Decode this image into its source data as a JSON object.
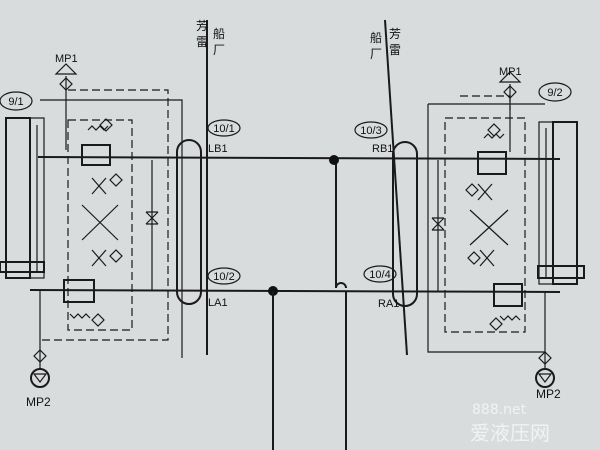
{
  "labels": {
    "left_ship_name": "芳雷",
    "left_yard": "船厂",
    "right_yard": "船厂",
    "right_ship_name": "芳雷",
    "ref_9_1": "9/1",
    "ref_9_2": "9/2",
    "ref_10_1": "10/1",
    "ref_10_2": "10/2",
    "ref_10_3": "10/3",
    "ref_10_4": "10/4",
    "LB1": "LB1",
    "LA1": "LA1",
    "RB1": "RB1",
    "RA1": "RA1",
    "MP1_left": "MP1",
    "MP1_right": "MP1",
    "MP2_left": "MP2",
    "MP2_right": "MP2"
  },
  "watermark": {
    "line1": "888.net",
    "line2": "爱液压网"
  },
  "colors": {
    "paper": "#d9dcdd",
    "ink": "#1a1a1a"
  }
}
